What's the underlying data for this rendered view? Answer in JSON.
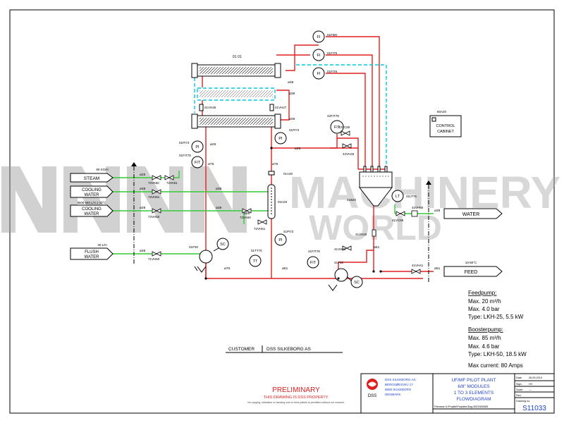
{
  "colors": {
    "process_line": "#e02020",
    "utility_line": "#33cc33",
    "signal_line": "#00c8e6",
    "ink": "#000000",
    "watermark": "#bbbbbb",
    "preliminary": "#e02020",
    "title_block_text": "#2244cc"
  },
  "watermark": {
    "line1": "MACHINERY",
    "line2": "WORLD"
  },
  "module_label": "01 01",
  "instruments": {
    "fi_80": {
      "sym": "FI",
      "tag": "01FI80"
    },
    "fi_79": {
      "sym": "FI",
      "tag": "01FI79"
    },
    "fi_78": {
      "sym": "FI",
      "tag": "01FI78"
    },
    "fit_42": {
      "sym": "FIT",
      "tag": "42FIT78"
    },
    "pi_74": {
      "sym": "PI",
      "tag": "01PI74"
    },
    "pi_73": {
      "sym": "PI",
      "tag": "01PI73"
    },
    "fit_01": {
      "sym": "FIT",
      "tag": "01FIT78"
    },
    "lt_41": {
      "sym": "LT",
      "tag": "41LT76"
    },
    "pi_41": {
      "sym": "PI",
      "tag": "41PI73"
    },
    "tt_01": {
      "sym": "TT",
      "tag": "01TT70"
    },
    "fit_41": {
      "sym": "FIT",
      "tag": "41FIT78"
    },
    "sc_p30": {
      "sym": "SC",
      "tag": "01P30"
    },
    "sc_41p30": {
      "sym": "SC",
      "tag": "41P30"
    }
  },
  "labels": {
    "vh46": "01VH46",
    "vh47": "01VH47",
    "vc80": "42VC80",
    "vh45": "42VH45",
    "a20": "01A20",
    "h20": "01H20",
    "b20": "41B20",
    "vh50": "41VH50",
    "vc65": "41VC65",
    "vh40": "41VH40",
    "vh43": "41VH43",
    "vh41": "41VH41",
    "va50": "72VA50",
    "va51": "72VA51",
    "vh51": "72VH51",
    "vh50b": "72VH50",
    "va50b": "72VA50",
    "vh51b": "72VH51",
    "vh50c": "71VH50"
  },
  "pipe_sizes": [
    "ø25",
    "ø38",
    "ø38",
    "ø38",
    "ø38",
    "ø25",
    "ø76",
    "ø76",
    "ø38",
    "ø51",
    "ø51",
    "ø76",
    "ø38",
    "ø38",
    "ø25",
    "ø38",
    "ø38",
    "ø38",
    "ø51"
  ],
  "utilities": {
    "steam": {
      "flow": "90 KG/H",
      "name": "STEAM"
    },
    "cooling1": {
      "name1": "COOLING",
      "name2": "WATER"
    },
    "cooling2": {
      "flow": "6500-650 L/H 1-10°C",
      "name1": "COOLING",
      "name2": "WATER"
    },
    "flush": {
      "flow": "30 L/H",
      "name1": "FLUSH",
      "name2": "WATER"
    }
  },
  "outputs": {
    "water": "WATER",
    "feed_temp": "10-50°C",
    "feed": "FEED"
  },
  "control_cabinet": {
    "tag": "60A20",
    "line1": "CONTROL",
    "line2": "CABINET"
  },
  "specs": {
    "feedpump_title": "Feedpump:",
    "feedpump_lines": [
      "Max. 20 m³/h",
      "Max. 4.0 bar",
      "Type: LKH-25, 5.5 kW"
    ],
    "boosterpump_title": "Boosterpump:",
    "boosterpump_lines": [
      "Max. 85 m³/h",
      "Max. 4.6 bar",
      "Type: LKH-50, 18.5 kW"
    ],
    "max_current": "Max current: 80 Amps"
  },
  "customer": {
    "label": "CUSTOMER",
    "value": "DSS SILKEBORG AS"
  },
  "preliminary": {
    "title": "PRELIMINARY",
    "sub": "THIS DRAWING IS DSS PROPERTY.",
    "fine": "No copying, utilization or handing over to third parties is permitted without our consent."
  },
  "title_block": {
    "company": "DSS SILKEBORG AS",
    "address1": "BERGSØESVEJ 17",
    "address2": "8600 SILKEBORG",
    "address3": "DENMARK",
    "logo_text": "DSS",
    "title_lines": [
      "UF/MF PILOT PLANT",
      "6/8\" MODULES",
      "1 TO 3 ELEMENTS",
      "FLOWDIAGRAM"
    ],
    "file_path": "Filename K:\\Projekt\\Projekter\\Dsg-5001\\500085",
    "date_label": "Date",
    "date_value": "26.05.2010",
    "sign_label": "Sign.",
    "sign_value": "HV",
    "scale_label": "Scale",
    "scale_value": "—",
    "rev_label": "Rev.",
    "drawing_label": "Drawing no.",
    "drawing_no": "S11033"
  }
}
